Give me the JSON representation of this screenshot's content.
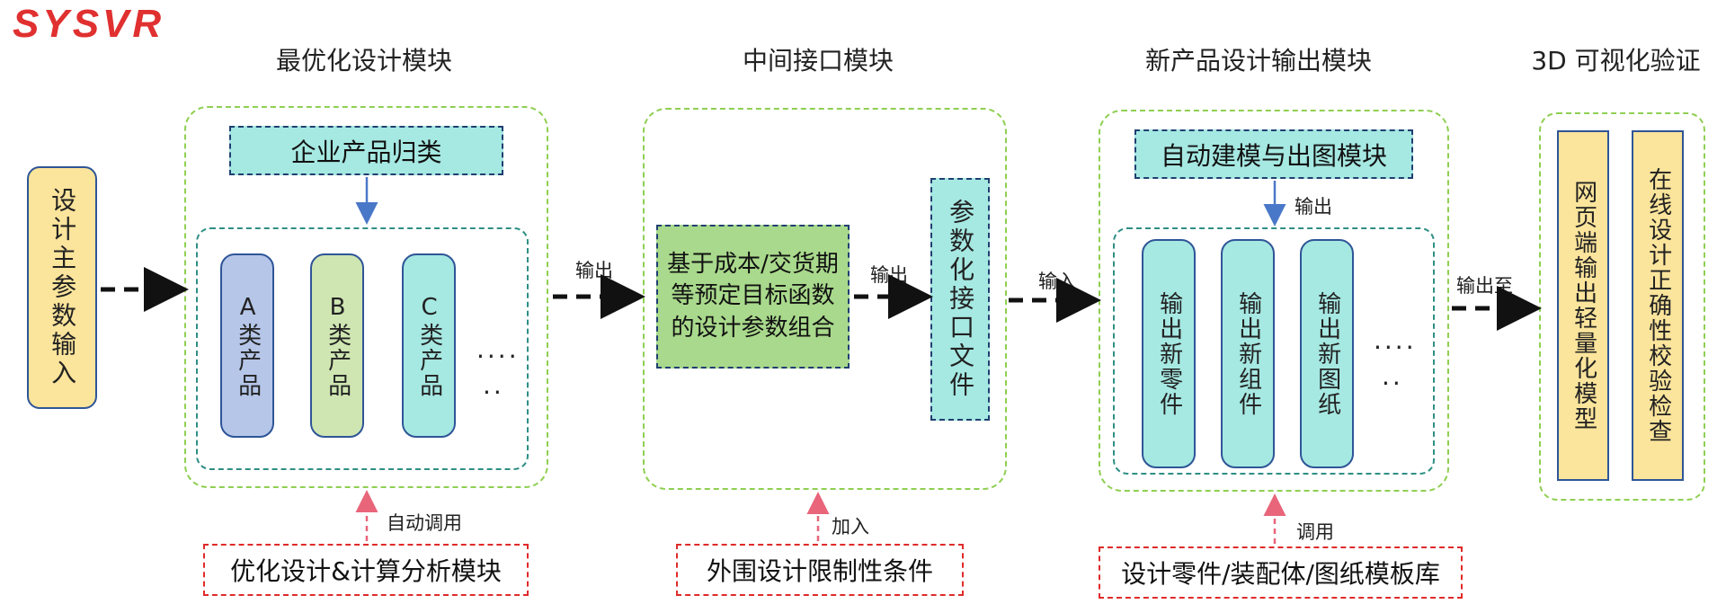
{
  "logo": "SYSVR",
  "titles": {
    "opt": "最优化设计模块",
    "mid": "中间接口模块",
    "out": "新产品设计输出模块",
    "viz": "3D 可视化验证"
  },
  "input_box": "设计主参数输入",
  "opt_module": {
    "classify": "企业产品归类",
    "products": [
      "A类产品",
      "B类产品",
      "C类产品"
    ],
    "dots1": "....",
    "dots2": ".."
  },
  "mid_module": {
    "combo": "基于成本/交货期等预定目标函数的设计参数组合",
    "param_file": "参数化接口文件"
  },
  "out_module": {
    "auto_model": "自动建模与出图模块",
    "outputs": [
      "输出新零件",
      "输出新组件",
      "输出新图纸"
    ],
    "dots1": "....",
    "dots2": ".."
  },
  "viz_module": {
    "web": "网页端输出轻量化模型",
    "check": "在线设计正确性校验检查"
  },
  "bottom": {
    "opt_calc": "优化设计&计算分析模块",
    "constraints": "外围设计限制性条件",
    "templates": "设计零件/装配体/图纸模板库"
  },
  "labels": {
    "out1": "输出",
    "out2": "输出",
    "in1": "输入",
    "out3": "输出",
    "out_to": "输出至",
    "auto_call": "自动调用",
    "add": "加入",
    "call": "调用"
  },
  "colors": {
    "frame_green": "#8fcf52",
    "frame_teal": "#2e8f85",
    "box_cyan": "#a6e8e2",
    "box_green": "#a9d98c",
    "box_yellow": "#fbe49b",
    "pill_blue": "#b5c6e8",
    "pill_green": "#cfe6b2",
    "red_dash": "#e02a2a",
    "arrow_blue": "#4a78c8",
    "arrow_pink": "#e8657a"
  }
}
